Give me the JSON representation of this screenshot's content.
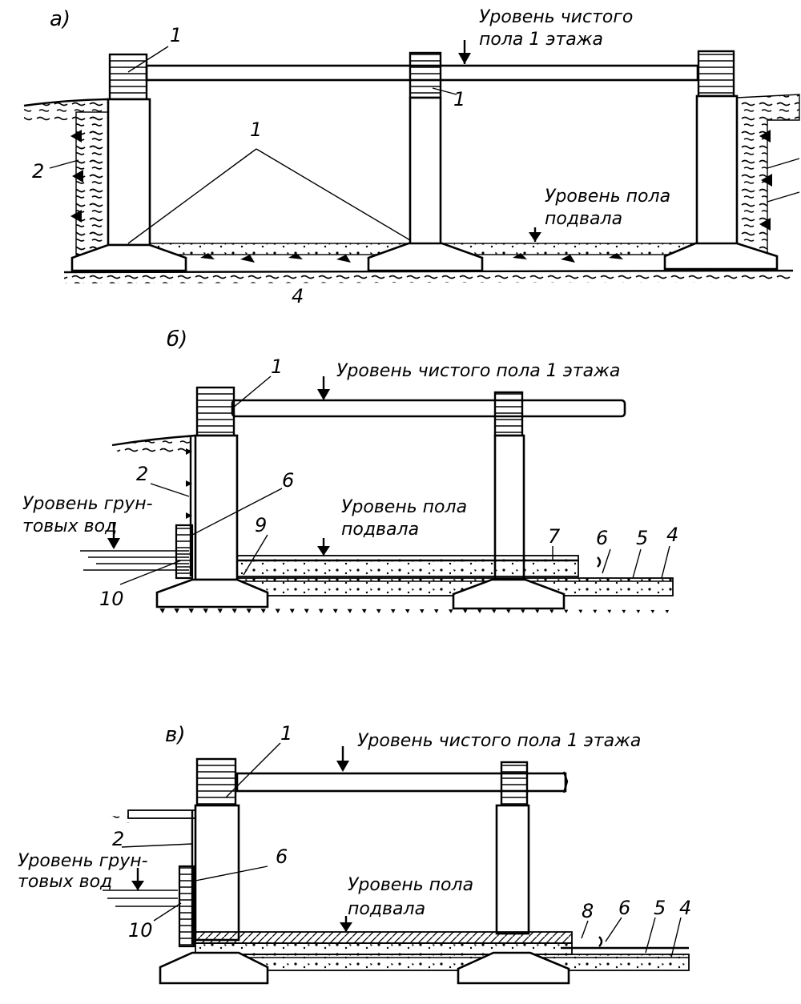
{
  "panels": {
    "a": {
      "letter": "а)",
      "floor1_label_line1": "Уровень чистого",
      "floor1_label_line2": "пола 1 этажа",
      "basement_label_line1": "Уровень пола",
      "basement_label_line2": "подвала",
      "callouts": {
        "c1a": "1",
        "c1b": "1",
        "c1c": "1",
        "c2": "2",
        "c4": "4"
      }
    },
    "b": {
      "letter": "б)",
      "floor1_label": "Уровень чистого пола 1 этажа",
      "groundwater_line1": "Уровень грун-",
      "groundwater_line2": "товых вод",
      "basement_label_line1": "Уровень пола",
      "basement_label_line2": "подвала",
      "callouts": {
        "c1": "1",
        "c2": "2",
        "c6a": "6",
        "c9": "9",
        "c7": "7",
        "c6b": "6",
        "c5": "5",
        "c4": "4",
        "c10": "10"
      }
    },
    "v": {
      "letter": "в)",
      "floor1_label": "Уровень чистого пола 1 этажа",
      "groundwater_line1": "Уровень грун-",
      "groundwater_line2": "товых вод",
      "basement_label_line1": "Уровень пола",
      "basement_label_line2": "подвала",
      "callouts": {
        "c1": "1",
        "c2": "2",
        "c6a": "6",
        "c10": "10",
        "c8": "8",
        "c6b": "6",
        "c5": "5",
        "c4": "4"
      }
    }
  }
}
